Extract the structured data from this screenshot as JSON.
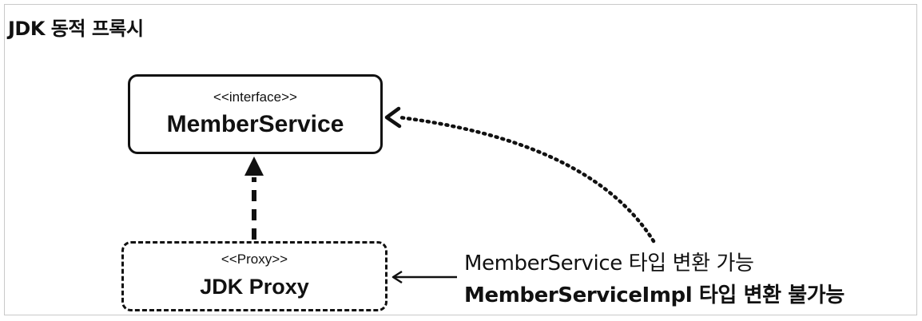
{
  "title": "JDK 동적 프록시",
  "interface_box": {
    "stereotype": "<<interface>>",
    "name": "MemberService"
  },
  "proxy_box": {
    "stereotype": "<<Proxy>>",
    "name": "JDK Proxy"
  },
  "notes": {
    "castable": "MemberService 타입 변환 가능",
    "not_castable": "MemberServiceImpl 타입 변환 불가능"
  }
}
